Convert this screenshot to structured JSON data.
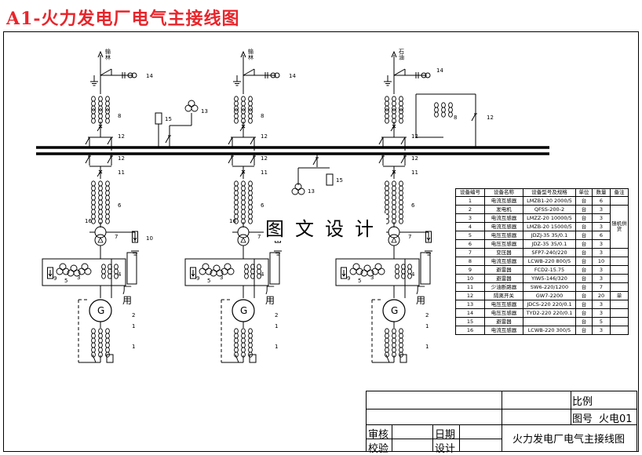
{
  "page": {
    "title": "A1-火力发电厂电气主接线图"
  },
  "watermark": "图文设计",
  "left_unit": {
    "line_label": "输\n林",
    "labels": {
      "l14": "14",
      "l8": "8",
      "l12a": "12",
      "l12b": "12",
      "l11": "11",
      "l6": "6",
      "l16": "16",
      "l7": "7",
      "l10": "10",
      "l9": "9",
      "l5": "5",
      "l3": "3",
      "l4": "4",
      "l2a": "2",
      "l1a": "1",
      "l1b": "1",
      "l15": "15",
      "l13": "13",
      "gen": "G",
      "station": "厂\n用"
    }
  },
  "mid_unit": {
    "line_label": "输\n林",
    "labels": {
      "l14": "14",
      "l8": "8",
      "l12a": "12",
      "l12b": "12",
      "l11": "11",
      "l6": "6",
      "l16": "16",
      "l7": "7",
      "l9": "9",
      "l5": "5",
      "l3": "3",
      "l4": "4",
      "l2a": "2",
      "l1a": "1",
      "l1b": "1",
      "l15": "15",
      "l13": "13",
      "gen": "G",
      "station": "厂\n用"
    }
  },
  "right_unit": {
    "line_label": "石\n油",
    "labels": {
      "l14": "14",
      "l8": "8",
      "l12a": "12",
      "l12b": "12",
      "l12c": "12",
      "l11": "11",
      "l6": "6",
      "l7": "7",
      "l9": "9",
      "l5": "5",
      "l3": "3",
      "l4": "4",
      "l2a": "2",
      "l1a": "1",
      "l1b": "1",
      "gen": "G",
      "station": "厂\n用"
    }
  },
  "equipment_table": {
    "headers": [
      "设备编号",
      "设备名称",
      "设备型号及规格",
      "单位",
      "数量",
      "备注"
    ],
    "rows": [
      [
        "1",
        "电流互感器",
        "LMZB1-20   2000/5",
        "台",
        "6",
        ""
      ],
      [
        "2",
        "发电机",
        "QFSS-200-2",
        "台",
        "3",
        ""
      ],
      [
        "3",
        "电流互感器",
        "LMZZ-20   10000/5",
        "台",
        "3",
        ""
      ],
      [
        "4",
        "电流互感器",
        "LMZB-20   15000/5",
        "台",
        "3",
        ""
      ],
      [
        "5",
        "电压互感器",
        "JDZJ-35   35/0.1",
        "台",
        "6",
        ""
      ],
      [
        "6",
        "电压互感器",
        "JDZ-35   35/0.1",
        "台",
        "3",
        ""
      ],
      [
        "7",
        "变压器",
        "SFP7-240/220",
        "台",
        "3",
        ""
      ],
      [
        "8",
        "电流互感器",
        "LCWB-220   800/5",
        "台",
        "10",
        ""
      ],
      [
        "9",
        "避雷器",
        "FCD2-15.75",
        "台",
        "3",
        ""
      ],
      [
        "10",
        "避雷器",
        "YIW5-146/320",
        "台",
        "3",
        ""
      ],
      [
        "11",
        "少油断路器",
        "SW6-220/1200",
        "台",
        "7",
        ""
      ],
      [
        "12",
        "隔离开关",
        "GW7-2200",
        "台",
        "20",
        "单"
      ],
      [
        "13",
        "电压互感器",
        "JDCS-220   220/0.1",
        "台",
        "3",
        ""
      ],
      [
        "14",
        "电压互感器",
        "TYD2-220   220/0.1",
        "台",
        "3",
        ""
      ],
      [
        "15",
        "避雷器",
        "",
        "台",
        "5",
        ""
      ],
      [
        "16",
        "电流互感器",
        "LCWB-220   300/5",
        "台",
        "3",
        ""
      ]
    ],
    "remark_merged": "随机供货"
  },
  "title_block": {
    "scale_label": "比例",
    "drawing_no_label": "图号",
    "drawing_no": "火电01",
    "reviewer_label": "审核",
    "checker_label": "校验",
    "date_label": "日期",
    "design_label": "设计",
    "drawing_title": "火力发电厂电气主接线图"
  }
}
